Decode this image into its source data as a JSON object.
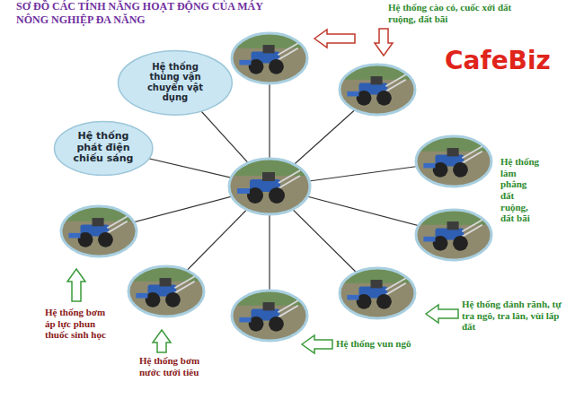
{
  "diagram": {
    "title": "SƠ ĐỒ CÁC TÍNH NĂNG HOẠT ĐỘNG CỦA MÁY NÔNG NGHIỆP ĐA NĂNG",
    "nodes": [
      {
        "text": [
          "Hệ thống thùng vận chuyển vật dụng"
        ]
      },
      {
        "text": [
          "Hệ thống phát điện chiếu sáng"
        ]
      }
    ],
    "labels": [
      "Hệ thống cào cỏ, cuốc xới đất ruộng, đất bãi",
      "Hệ thống làm phẳng đất ruộng, đất bãi",
      "Hệ thống đánh rãnh, tự tra ngô, tra lân, vùi lấp đất",
      "Hệ thống vun ngô",
      "Hệ thống bơm nước tưới tiêu",
      "Hệ thống bơm áp lực phun thuốc sinh học",
      "CafeBiz"
    ]
  }
}
